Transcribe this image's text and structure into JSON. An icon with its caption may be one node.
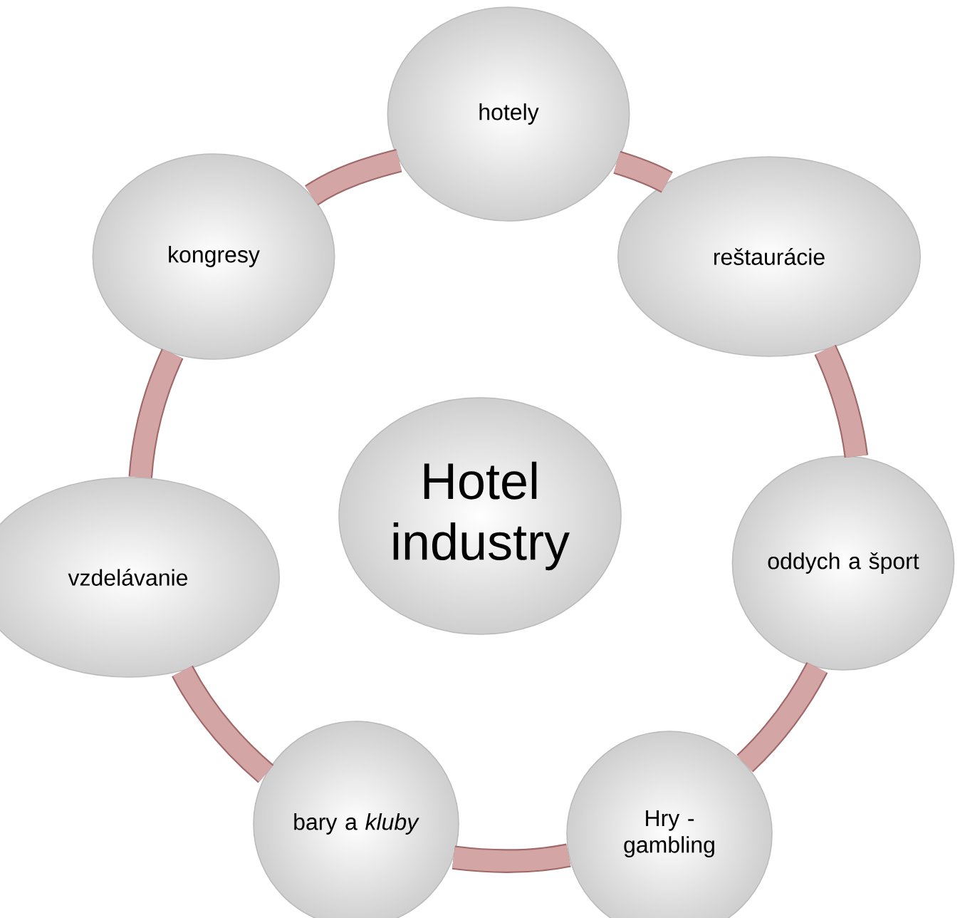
{
  "diagram": {
    "nodes": [
      {
        "text": [
          "hotely"
        ]
      },
      {
        "text": [
          "kongresy"
        ]
      },
      {
        "text": [
          "reštaurácie"
        ]
      },
      {
        "text": [
          "Hotel industry"
        ]
      },
      {
        "text": [
          "vzdelávanie"
        ]
      },
      {
        "text": [
          "oddych a šport"
        ]
      },
      {
        "text": [
          "bary a *kluby*"
        ]
      },
      {
        "text": [
          "Hry - gambling"
        ]
      }
    ],
    "edges": [
      {
        "from": 0,
        "to": 2,
        "arrow": "none"
      },
      {
        "from": 2,
        "to": 5,
        "arrow": "none"
      },
      {
        "from": 5,
        "to": 7,
        "arrow": "none"
      },
      {
        "from": 7,
        "to": 6,
        "arrow": "none"
      },
      {
        "from": 6,
        "to": 4,
        "arrow": "none"
      },
      {
        "from": 4,
        "to": 1,
        "arrow": "none"
      },
      {
        "from": 1,
        "to": 0,
        "arrow": "none"
      }
    ]
  }
}
